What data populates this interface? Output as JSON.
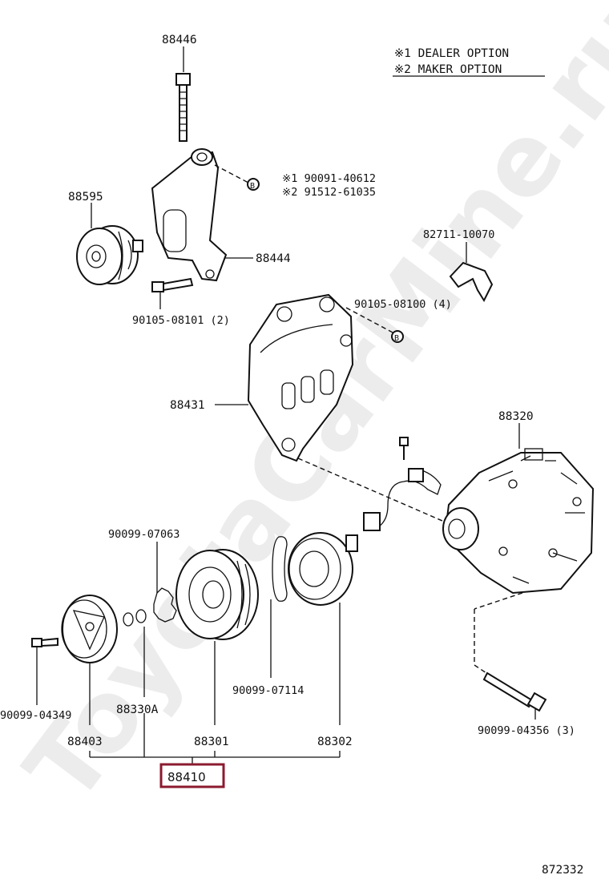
{
  "legend": {
    "line1": "※1 DEALER OPTION",
    "line2": "※2 MAKER OPTION"
  },
  "watermark": "ToyotaCarMine.ru",
  "diagram_id": "872332",
  "bolt_marker": "B",
  "parts": {
    "p88446": "88446",
    "opt1": "※1 90091-40612",
    "opt2": "※2 91512-61035",
    "p88595": "88595",
    "p88444": "88444",
    "p90105_08101": "90105-08101 (2)",
    "p82711": "82711-10070",
    "p90105_08100": "90105-08100 (4)",
    "p88431": "88431",
    "p88320": "88320",
    "p90099_07063": "90099-07063",
    "p90099_04349": "90099-04349",
    "p88330A": "88330A",
    "p90099_07114": "90099-07114",
    "p90099_04356": "90099-04356 (3)",
    "p88403": "88403",
    "p88301": "88301",
    "p88302": "88302",
    "p88410": "88410"
  },
  "highlight_color": "#8b1a2e"
}
